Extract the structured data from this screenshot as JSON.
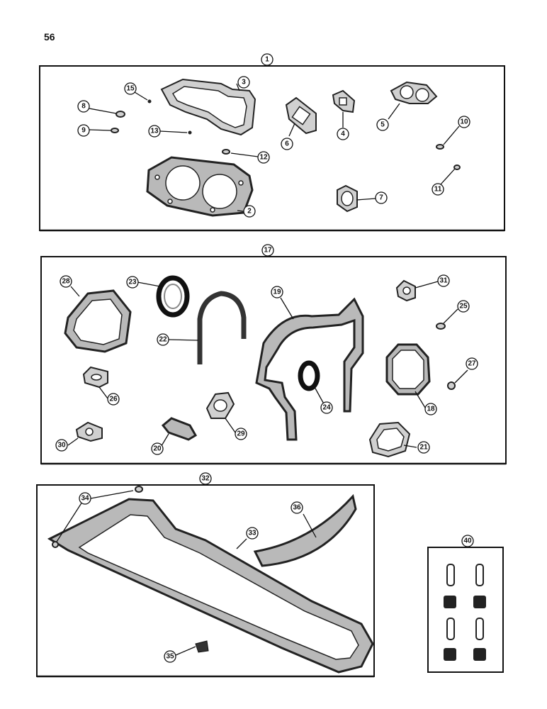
{
  "page": {
    "number": "56"
  },
  "callouts": {
    "c1": "1",
    "c2": "2",
    "c3": "3",
    "c4": "4",
    "c5": "5",
    "c6": "6",
    "c7": "7",
    "c8": "8",
    "c9": "9",
    "c10": "10",
    "c11": "11",
    "c12": "12",
    "c13": "13",
    "c15": "15",
    "c17": "17",
    "c18": "18",
    "c19": "19",
    "c20": "20",
    "c21": "21",
    "c22": "22",
    "c23": "23",
    "c24": "24",
    "c25": "25",
    "c26": "26",
    "c27": "27",
    "c28": "28",
    "c29": "29",
    "c30": "30",
    "c31": "31",
    "c32": "32",
    "c33": "33",
    "c34": "34",
    "c35": "35",
    "c36": "36",
    "c40": "40"
  }
}
